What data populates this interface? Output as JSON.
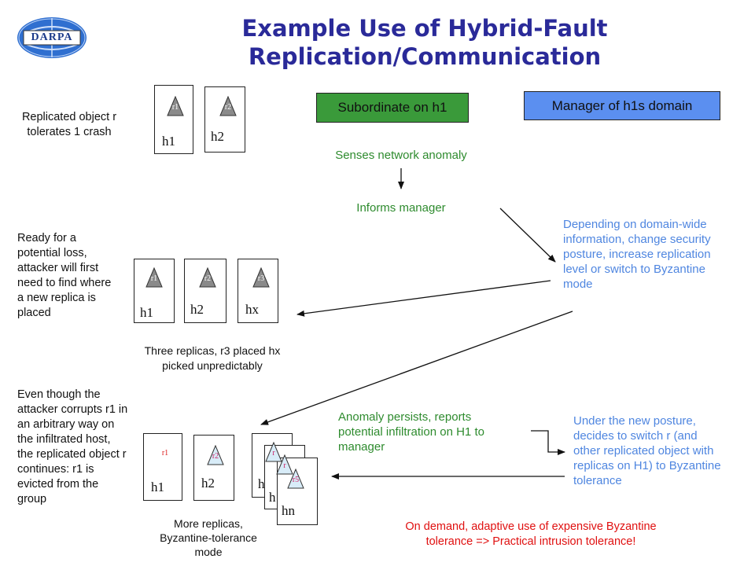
{
  "logo": {
    "text": "DARPA"
  },
  "title": {
    "line1": "Example Use of Hybrid-Fault",
    "line2": "Replication/Communication"
  },
  "headers": {
    "subordinate": "Subordinate on h1",
    "manager": "Manager of  h1s domain"
  },
  "left_notes": {
    "n1": [
      "Replicated object r",
      "tolerates 1 crash"
    ],
    "n2": [
      "Ready for a",
      "potential loss,",
      "attacker will first",
      "need to find where",
      "a new replica is",
      "placed"
    ],
    "n3": [
      "Even though the",
      "attacker corrupts r1 in",
      "an arbitrary way  on",
      "the infiltrated host,",
      "the replicated object r",
      "continues: r1 is",
      "evicted from the",
      "group"
    ]
  },
  "row1": {
    "hosts": [
      "h1",
      "h2"
    ],
    "replicas": [
      "r1",
      "r2"
    ]
  },
  "row2": {
    "hosts": [
      "h1",
      "h2",
      "hx"
    ],
    "replicas": [
      "r1",
      "r2",
      "r3"
    ],
    "caption": [
      "Three replicas, r3 placed hx",
      "picked unpredictably"
    ]
  },
  "row3": {
    "hosts": [
      "h1",
      "h2",
      "h",
      "h",
      "hn"
    ],
    "replicas": [
      "r1",
      "r2",
      "r",
      "r",
      "r5"
    ],
    "caption": [
      "More replicas,",
      "Byzantine-tolerance",
      "mode"
    ]
  },
  "subordinate_steps": {
    "s1": "Senses network anomaly",
    "s2": "Informs manager",
    "s3": [
      "Anomaly persists, reports",
      "potential infiltration on H1 to",
      "manager"
    ]
  },
  "manager_steps": {
    "m1": [
      "Depending on domain-wide",
      "information, change security",
      "posture, increase replication",
      "level or switch to Byzantine",
      "mode"
    ],
    "m2": [
      "Under the new posture,",
      "decides to switch r (and",
      "other replicated object with",
      "replicas on H1) to Byzantine",
      "tolerance"
    ]
  },
  "footer": [
    "On demand, adaptive use of expensive Byzantine",
    "tolerance => Practical intrusion tolerance!"
  ],
  "colors": {
    "title": "#2a2a99",
    "subordinate_fill": "#3a9a3a",
    "manager_fill": "#5b8ff0",
    "green_text": "#2e8b2e",
    "blue_text": "#4f86e0",
    "red_text": "#e01010",
    "replica_grey": "#8a8a8a",
    "replica_light": "#d8ecf8",
    "replica_pink_text": "#cc2266",
    "logo_blue": "#2f6fd0"
  }
}
